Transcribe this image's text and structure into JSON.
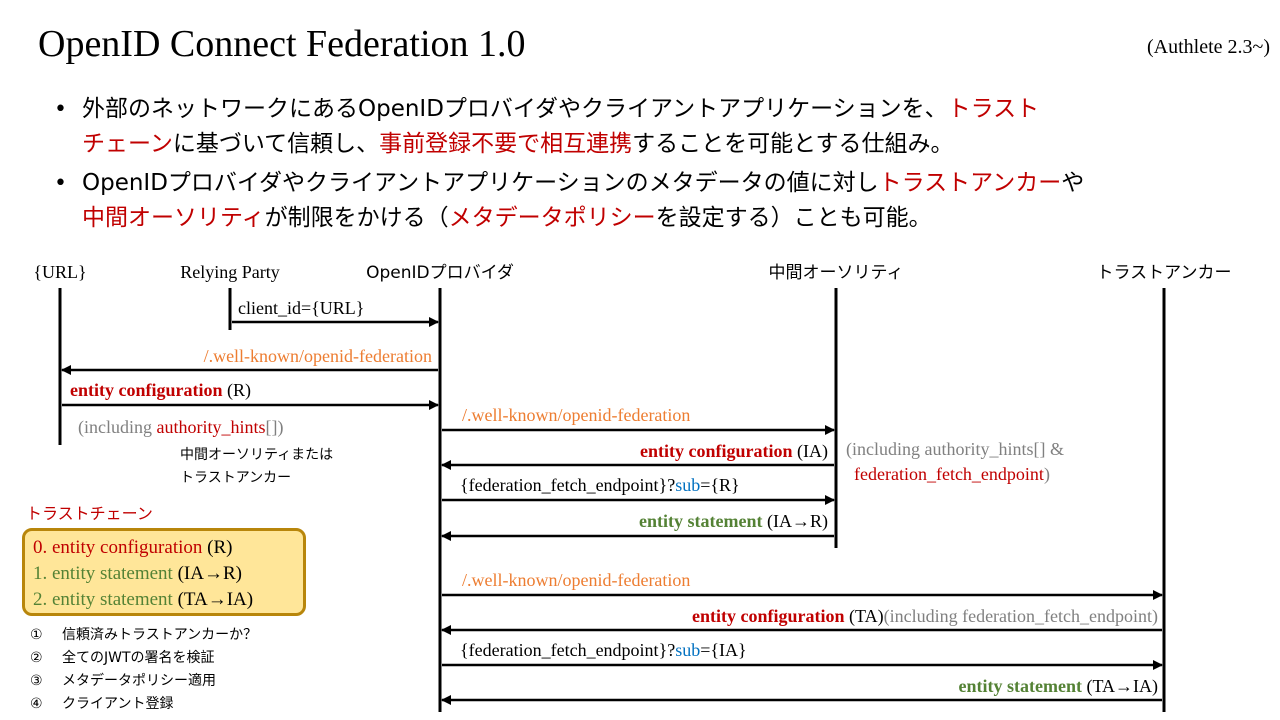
{
  "header": {
    "title": "OpenID Connect Federation 1.0",
    "version": "(Authlete 2.3~)"
  },
  "bullets": [
    {
      "p1": "外部のネットワークにあるOpenIDプロバイダやクライアントアプリケーションを、",
      "r1": "トラスト",
      "r1b": "チェーン",
      "p2": "に基づいて信頼し、",
      "r2": "事前登録不要で相互連携",
      "p3": "することを可能とする仕組み。"
    },
    {
      "p1": "OpenIDプロバイダやクライアントアプリケーションのメタデータの値に対し",
      "r1": "トラストアンカー",
      "p2": "や",
      "r2": "中間オーソリティ",
      "p3": "が制限をかける（",
      "r3": "メタデータポリシー",
      "p4": "を設定する）ことも可能。"
    }
  ],
  "participants": {
    "url": "{URL}",
    "rp": "Relying Party",
    "op": "OpenIDプロバイダ",
    "ia": "中間オーソリティ",
    "ta": "トラストアンカー"
  },
  "messages": {
    "m1": "client_id={URL}",
    "m2": "/.well-known/openid-federation",
    "m3_red": "entity configuration",
    "m3_rest": " (R)",
    "m3_note_gray1": "(including ",
    "m3_note_red": "authority_hints",
    "m3_note_gray2": "[])",
    "m3_note_line1": "中間オーソリティまたは",
    "m3_note_line2": "トラストアンカー",
    "m4": "/.well-known/openid-federation",
    "m5_red": "entity configuration",
    "m5_rest": " (IA)",
    "m5_note_line1": "(including authority_hints[] &",
    "m5_note_red": "federation_fetch_endpoint",
    "m5_note_close": ")",
    "m6_pre": "{federation_fetch_endpoint}?",
    "m6_blue": "sub",
    "m6_post": "={R}",
    "m7_green": "entity statement",
    "m7_rest": " (IA→R)",
    "m8": "/.well-known/openid-federation",
    "m9_red": "entity configuration",
    "m9_rest": " (TA)",
    "m9_note": "(including federation_fetch_endpoint)",
    "m10_pre": "{federation_fetch_endpoint}?",
    "m10_blue": "sub",
    "m10_post": "={IA}",
    "m11_green": "entity statement",
    "m11_rest": " (TA→IA)"
  },
  "trust_chain": {
    "title": "トラストチェーン",
    "items": [
      {
        "prefix": "0. ",
        "label": "entity configuration",
        "suffix": " (R)"
      },
      {
        "prefix": "1. ",
        "label": "entity statement",
        "suffix": " (IA→R)"
      },
      {
        "prefix": "2. ",
        "label": "entity statement",
        "suffix": " (TA→IA)"
      }
    ]
  },
  "steps": [
    {
      "num": "①",
      "text": "信頼済みトラストアンカーか？"
    },
    {
      "num": "②",
      "text": "全てのJWTの署名を検証"
    },
    {
      "num": "③",
      "text": "メタデータポリシー適用"
    },
    {
      "num": "④",
      "text": "クライアント登録"
    }
  ],
  "colors": {
    "red": "#c00000",
    "orange": "#ed7d31",
    "green": "#548235",
    "blue": "#0070c0",
    "gray": "#808080",
    "chain_fill": "#ffe699",
    "chain_border": "#b8860b"
  }
}
